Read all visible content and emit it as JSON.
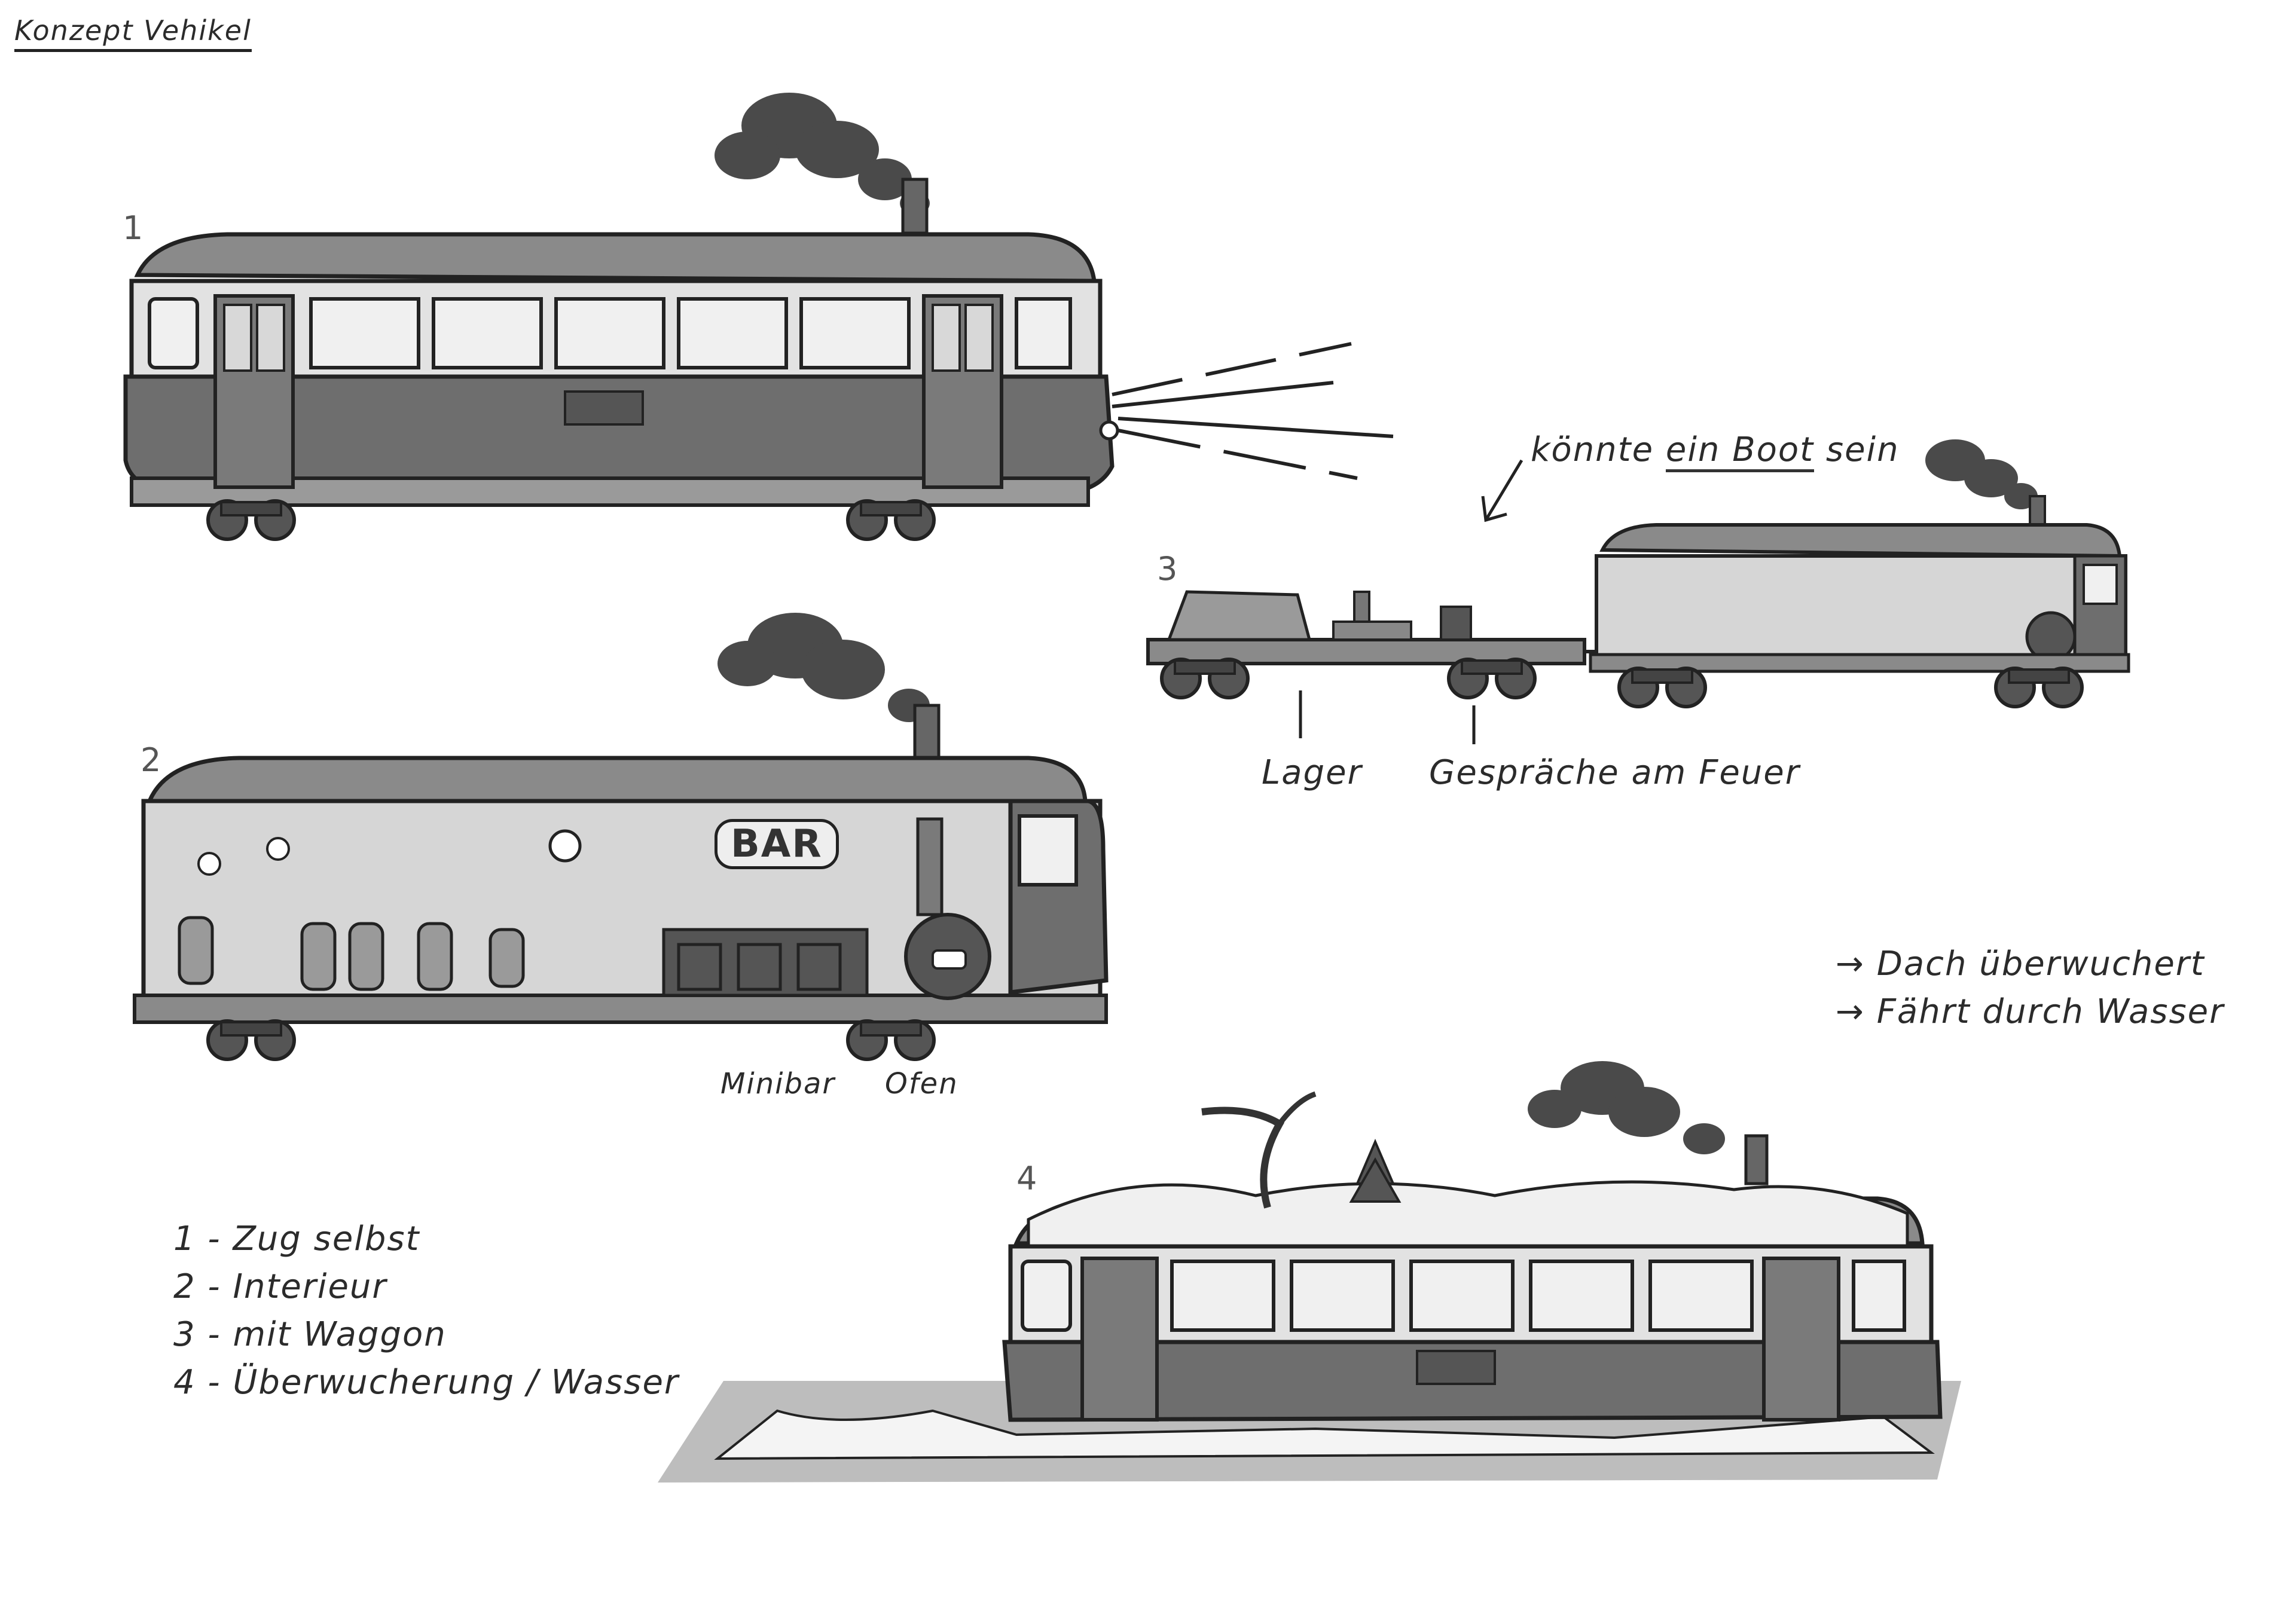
{
  "title": "Konzept Vehikel",
  "sketch_numbers": [
    "1",
    "2",
    "3",
    "4"
  ],
  "annotations": {
    "boat_note_prefix": "könnte",
    "boat_note_emph": "ein Boot",
    "boat_note_suffix": "sein",
    "lager": "Lager",
    "gespraeche": "Gespräche am Feuer",
    "minibar": "Minibar",
    "ofen": "Ofen",
    "arrow_notes": [
      "→ Dach überwuchert",
      "→ Fährt durch Wasser"
    ]
  },
  "legend": [
    "1 - Zug selbst",
    "2 - Interieur",
    "3 - mit Waggon",
    "4 - Überwucherung / Wasser"
  ],
  "sign_text": "BAR",
  "colors": {
    "ink": "#222222",
    "roof": "#8a8a8a",
    "body_lower": "#6e6e6e",
    "window": "#e8e8e8",
    "interior": "#d6d6d6",
    "smoke": "#4a4a4a",
    "water": "#bdbdbd"
  },
  "icons": [
    "smoke-cloud-icon",
    "headlight-beam-icon",
    "arrow-icon",
    "disco-ball-icon",
    "stove-icon",
    "tree-icon"
  ]
}
